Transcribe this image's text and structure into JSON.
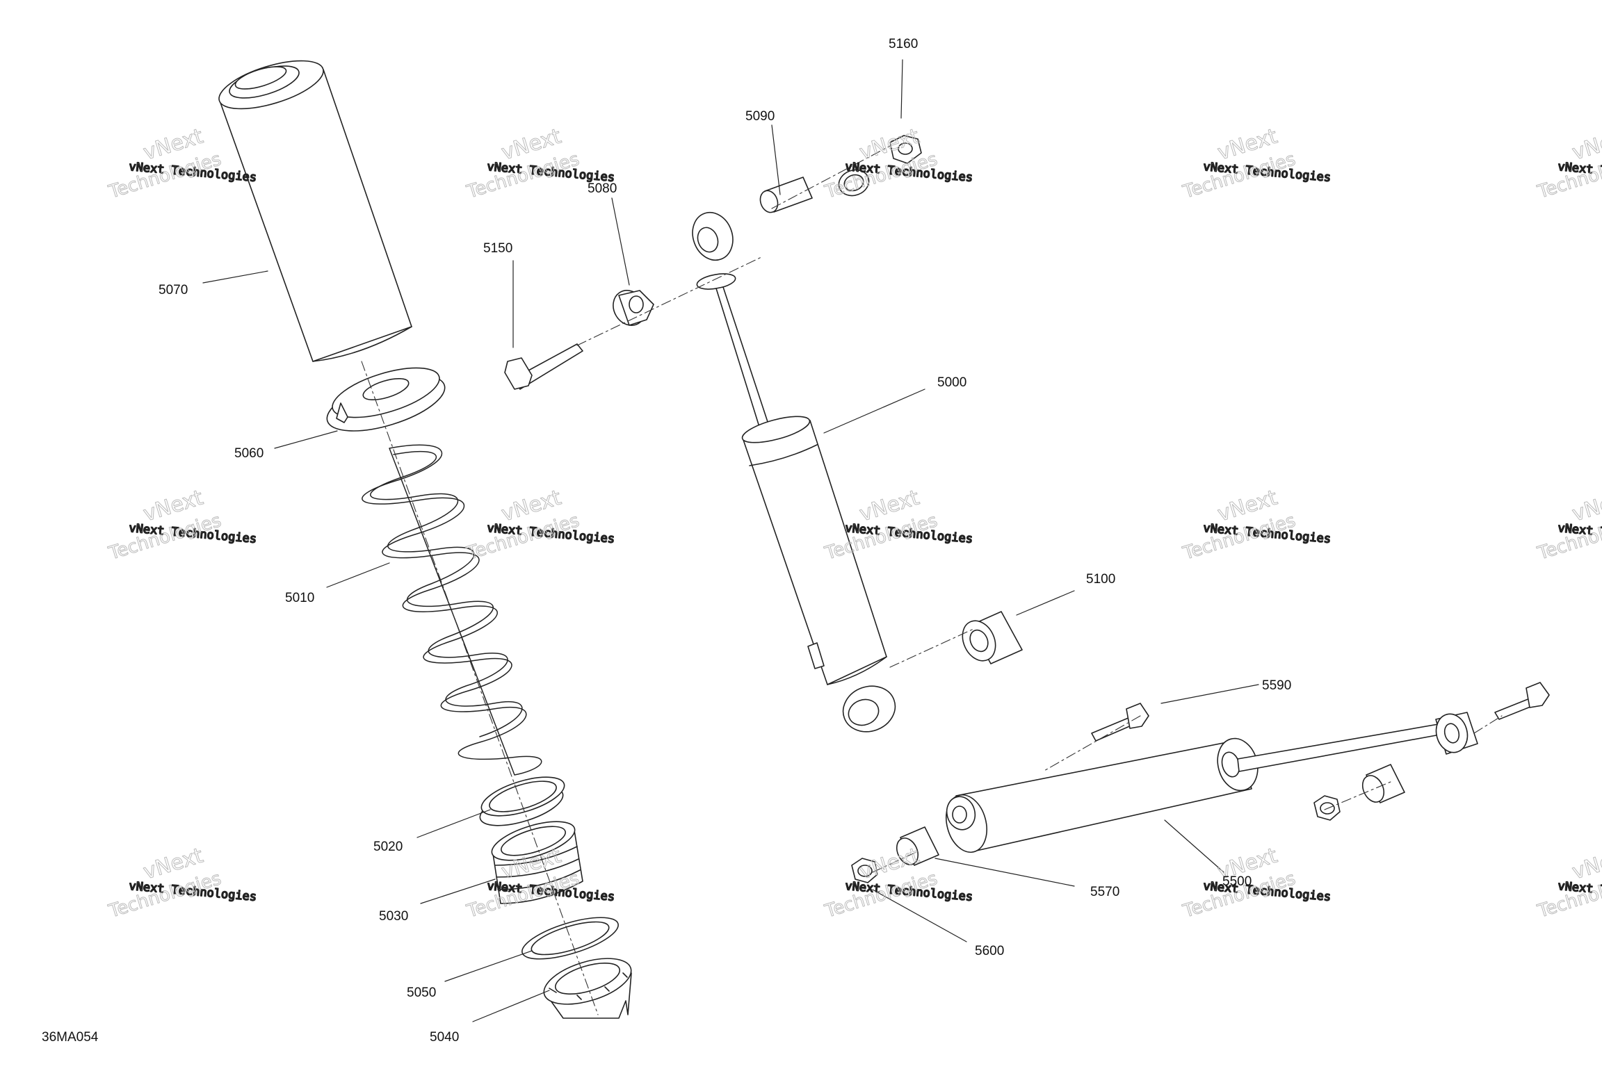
{
  "diagram": {
    "drawing_code": "36MA054",
    "callouts": {
      "c5000": "5000",
      "c5010": "5010",
      "c5020": "5020",
      "c5030": "5030",
      "c5040": "5040",
      "c5050": "5050",
      "c5060": "5060",
      "c5070": "5070",
      "c5080": "5080",
      "c5090": "5090",
      "c5100": "5100",
      "c5150": "5150",
      "c5160": "5160",
      "c5500": "5500",
      "c5570": "5570",
      "c5590": "5590",
      "c5600": "5600"
    },
    "watermark": {
      "line1": "vNext Technologies",
      "line2": "vNext",
      "line3": "Technologies"
    }
  }
}
